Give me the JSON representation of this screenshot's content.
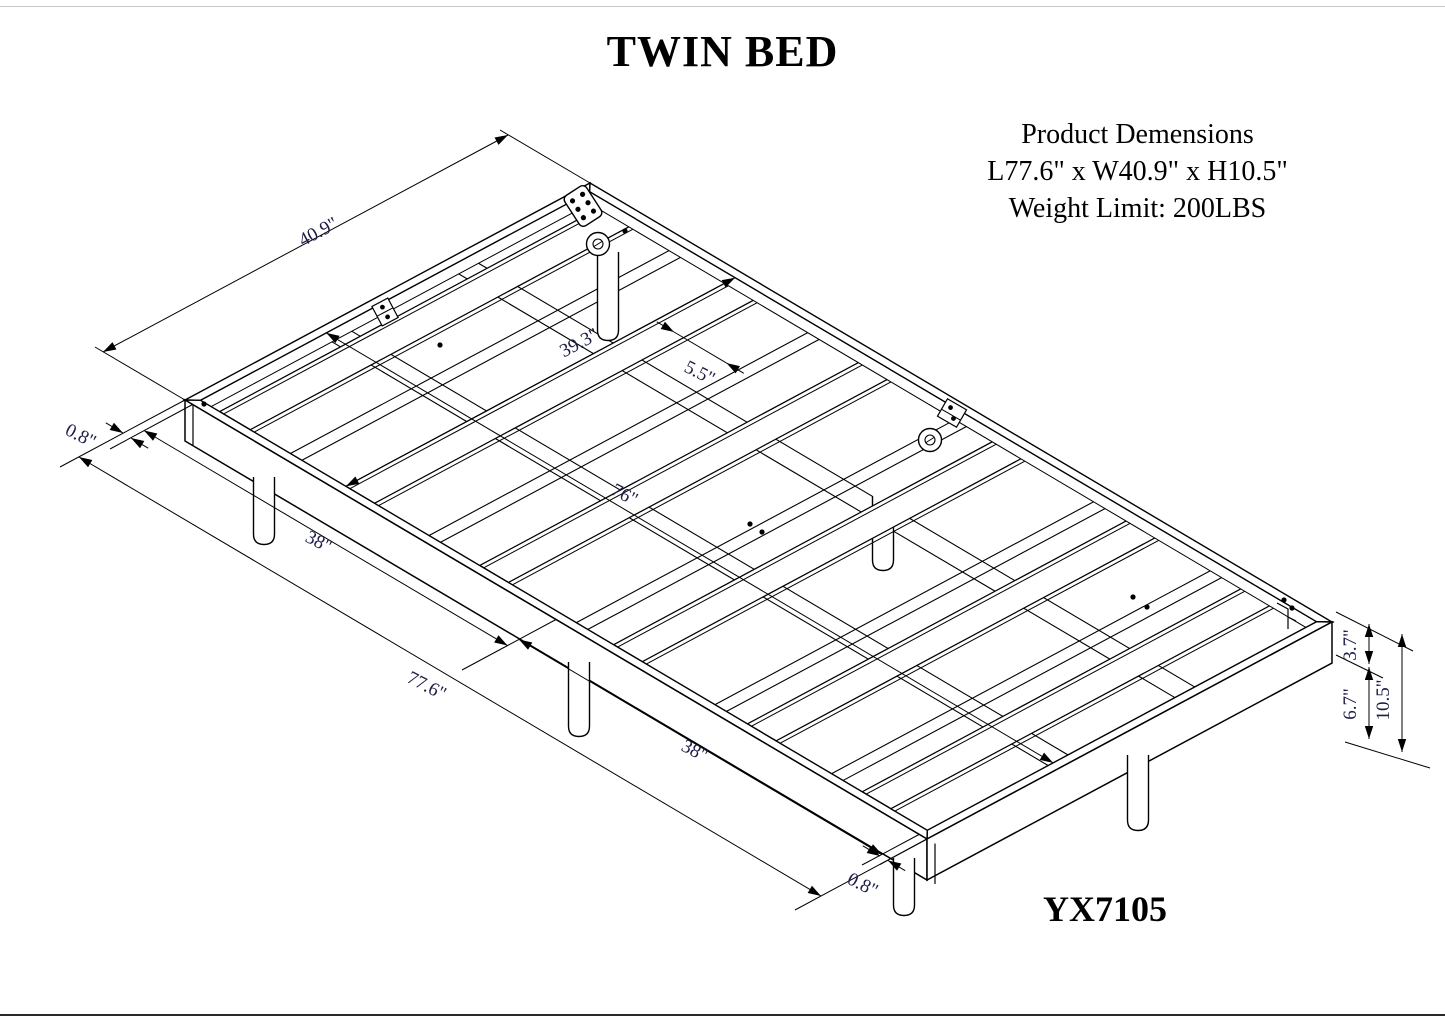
{
  "title": "TWIN BED",
  "product_info": {
    "line1": "Product Demensions",
    "line2": "L77.6\" x W40.9\" x H10.5\"",
    "line3": "Weight Limit: 200LBS"
  },
  "model_number": "YX7105",
  "dimension_labels": {
    "width": "40.9\"",
    "head_rail_thickness": "0.8\"",
    "front_left_span": "38\"",
    "overall_length": "77.6\"",
    "front_right_span": "38\"",
    "foot_rail_thickness": "0.8\"",
    "inner_width": "39.3\"",
    "slat_gap": "5.5\"",
    "inner_length": "76\"",
    "rail_height": "3.7\"",
    "leg_height": "6.7\"",
    "overall_height": "10.5\""
  },
  "colors": {
    "line": "#000000",
    "background": "#ffffff",
    "label_text": "#1c1c45"
  }
}
